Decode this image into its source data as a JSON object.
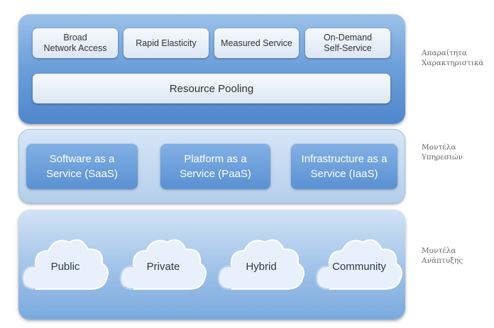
{
  "characteristics": {
    "items": [
      "Broad\nNetwork Access",
      "Rapid Elasticity",
      "Measured Service",
      "On-Demand\nSelf-Service"
    ],
    "pool": "Resource Pooling",
    "side_label": "Απαραίτητα\nΧαρακτηριστικά"
  },
  "service_models": {
    "items": [
      "Software as a\nService (SaaS)",
      "Platform as a\nService (PaaS)",
      "Infrastructure as a\nService (IaaS)"
    ],
    "side_label": "Μοντέλα\nΥπηρεσιών"
  },
  "deployment_models": {
    "items": [
      "Public",
      "Private",
      "Hybrid",
      "Community"
    ],
    "side_label": "Μοντέλα\nΑνάπτυξης"
  },
  "colors": {
    "characteristics_layer": "#6fa1da",
    "service_layer": "#c4daf1",
    "deployment_layer": "#9fc2e8",
    "service_box": "#6e9fdb",
    "cloud_fill": "#e6f0fb"
  }
}
